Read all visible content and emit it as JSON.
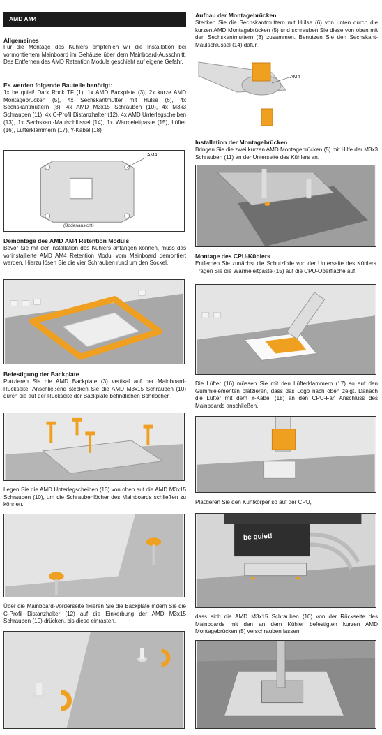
{
  "banner": "AMD AM4",
  "left": {
    "s1_title": "Allgemeines",
    "s1_text": "Für die Montage des Kühlers empfehlen wir die Installation bei vormontiertem Mainboard im Gehäuse über dem Mainboard-Ausschnitt. Das Entfernen des AMD Retention Moduls geschieht auf eigene Gefahr.",
    "s2_title": "Es werden folgende Bauteile benötigt:",
    "s2_text": "1x be quiet! Dark Rock TF (1), 1x AMD Backplate (3), 2x kurze AMD Montagebrücken (5), 4x Sechskantmutter mit Hülse (6), 4x Sechskantmuttern (8), 4x AMD M3x15 Schrauben (10), 4x M3x3 Schrauben (11), 4x C-Profil Distanzhalter (12), 4x AMD Unterlegscheiben (13), 1x Sechskant-Maulschlüssel (14), 1x Wärmeleitpaste (15), Lüfter (16), Lüfterklammern (17), Y-Kabel (18)",
    "fig1_label": "AM4",
    "fig1_caption": "(Bodenansicht)",
    "s3_title": "Demontage des AMD AM4 Retention Moduls",
    "s3_text": "Bevor Sie mit der Installation des Kühlers anfangen können, muss das vorinstallierte AMD AM4 Retention Modul vom Mainboard demontiert werden. Hierzu lösen Sie die vier Schrauben rund um den Sockel.",
    "s4_title": "Befestigung der Backplate",
    "s4_text": "Platzieren Sie die AMD Backplate (3) vertikal auf der Mainboard-Rückseite. Anschließend stecken Sie die AMD M3x15 Schrauben (10) durch die auf der Rückseite der Backplate befindlichen Bohrlöcher.",
    "s5_text": "Legen Sie die AMD Unterlegscheiben (13) von oben auf die AMD M3x15 Schrauben (10), um die Schraubenlöcher des Mainboards schließen zu können.",
    "s6_text": "Über die Mainboard-Vorderseite fixieren Sie die Backplate indem Sie die C-Profil Distanzhalter (12) auf die Einkerbung der AMD M3x15 Schrauben (10) drücken, bis diese einrasten."
  },
  "right": {
    "s1_title": "Aufbau der Montagebrücken",
    "s1_text": "Stecken Sie die Sechskantmuttern mit Hülse (6) von unten durch die kurzen AMD Montagebrücken (5) und schrauben Sie diese von oben mit den Sechskantmuttern (8) zusammen. Benutzen Sie den Sechskant-Maulschlüssel (14) dafür.",
    "fig1_label": "AM4",
    "s2_title": "Installation der Montagebrücken",
    "s2_text": "Bringen Sie die zwei kurzen AMD Montagebrücken (5) mit Hilfe der M3x3 Schrauben (11) an der Unterseite des Kühlers an.",
    "s3_title": "Montage des CPU-Kühlers",
    "s3_text": "Entfernen Sie zunächst die Schutzfolie von der Unterseite des Kühlers. Tragen Sie die Wärmeleitpaste (15) auf die CPU-Oberfläche auf.",
    "s4_text": "Die Lüfter (16) müssen Sie mit den Lüfterklammern (17) so auf den Gummielementen platzieren, dass das Logo nach oben zeigt. Danach die Lüfter mit dem Y-Kabel (18) an den CPU-Fan Anschluss des Mainboards anschließen..",
    "s5_text": "Platzieren Sie den Kühlkörper so auf der CPU,",
    "fig_logo": "be quiet!",
    "s6_text": "dass sich die AMD M3x15 Schrauben (10) von der Rückseite des Mainboards mit den an dem Kühler befestigten kurzen AMD Montagebrücken (5) verschrauben lassen."
  },
  "colors": {
    "accent": "#f0a020",
    "board": "#9a9a9a",
    "part": "#e8e8e8"
  }
}
